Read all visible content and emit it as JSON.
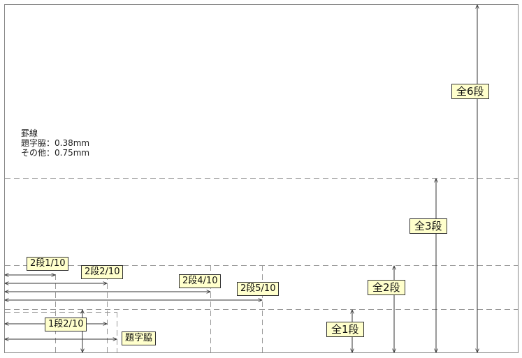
{
  "colors": {
    "frame": "#888888",
    "dash": "#999999",
    "arrow": "#333333",
    "label_bg": "#ffffcc"
  },
  "note": {
    "title": "罫線",
    "line1": "題字脇：0.38mm",
    "line2": "その他：0.75mm"
  },
  "labels": {
    "full6": "全6段",
    "full3": "全3段",
    "full2": "全2段",
    "full1": "全1段",
    "two_1_10": "2段1/10",
    "two_2_10": "2段2/10",
    "two_4_10": "2段4/10",
    "two_5_10": "2段5/10",
    "one_2_10": "1段2/10",
    "title_side": "題字脇"
  }
}
